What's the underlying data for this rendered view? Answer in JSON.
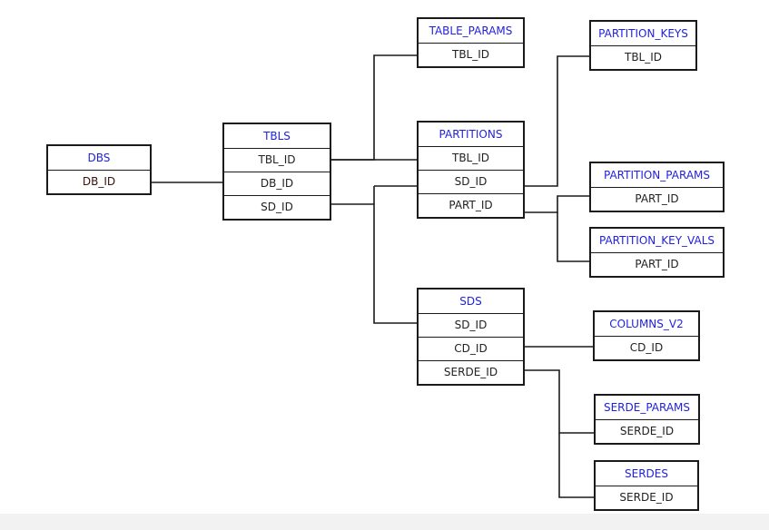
{
  "tables": {
    "dbs": {
      "title": "DBS",
      "fields": [
        "DB_ID"
      ]
    },
    "tbls": {
      "title": "TBLS",
      "fields": [
        "TBL_ID",
        "DB_ID",
        "SD_ID"
      ]
    },
    "table_params": {
      "title": "TABLE_PARAMS",
      "fields": [
        "TBL_ID"
      ]
    },
    "partitions": {
      "title": "PARTITIONS",
      "fields": [
        "TBL_ID",
        "SD_ID",
        "PART_ID"
      ]
    },
    "partition_keys": {
      "title": "PARTITION_KEYS",
      "fields": [
        "TBL_ID"
      ]
    },
    "partition_params": {
      "title": "PARTITION_PARAMS",
      "fields": [
        "PART_ID"
      ]
    },
    "partition_key_vals": {
      "title": "PARTITION_KEY_VALS",
      "fields": [
        "PART_ID"
      ]
    },
    "sds": {
      "title": "SDS",
      "fields": [
        "SD_ID",
        "CD_ID",
        "SERDE_ID"
      ]
    },
    "columns_v2": {
      "title": "COLUMNS_V2",
      "fields": [
        "CD_ID"
      ]
    },
    "serde_params": {
      "title": "SERDE_PARAMS",
      "fields": [
        "SERDE_ID"
      ]
    },
    "serdes": {
      "title": "SERDES",
      "fields": [
        "SERDE_ID"
      ]
    }
  },
  "colors": {
    "header_text": "#1f1fe0",
    "field_text": "#222222",
    "border": "#1a1a1a",
    "connector": "#1a1a1a"
  }
}
